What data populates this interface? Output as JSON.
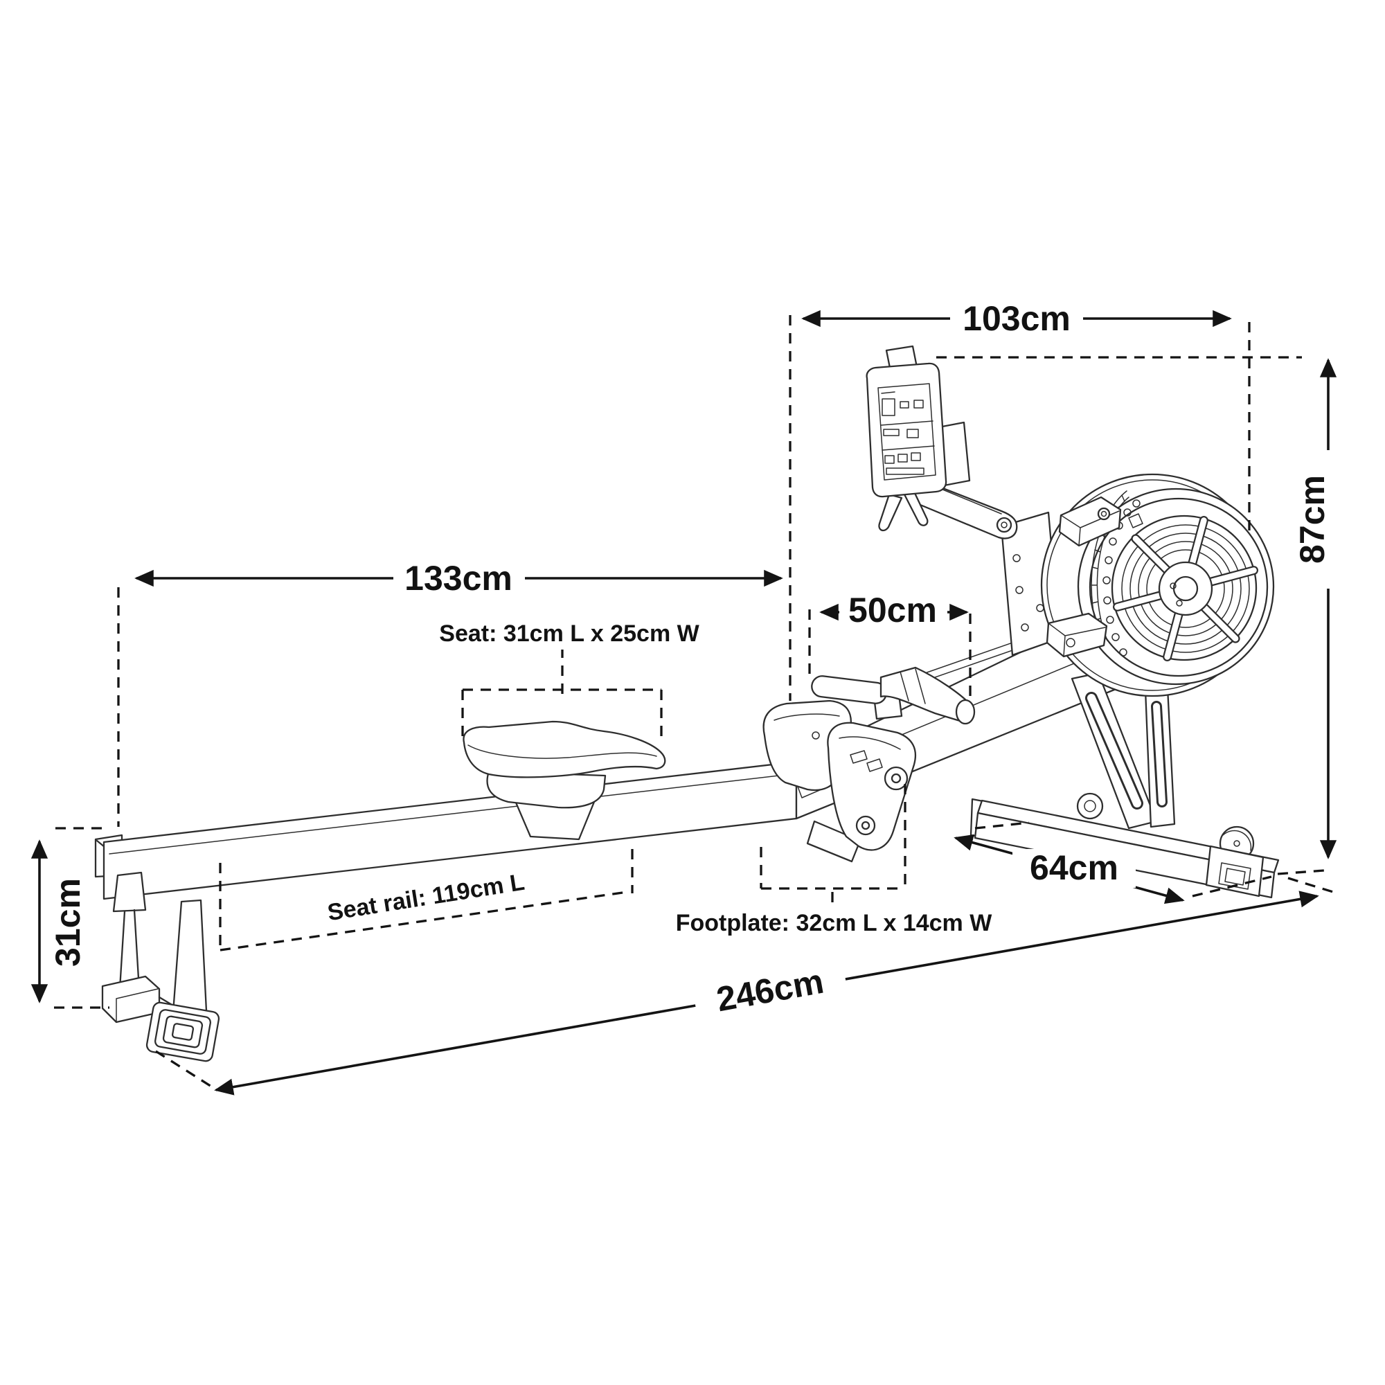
{
  "diagram": {
    "subject": "rowing-machine-dimensions",
    "background": "#ffffff",
    "ink_color": "#2e2e2e",
    "dimension_color": "#141414"
  },
  "annotations": {
    "machine_top_width": {
      "label": "103cm"
    },
    "rail_front_to_footplate": {
      "label": "133cm"
    },
    "seat_size": {
      "label": "Seat: 31cm L x 25cm W"
    },
    "footplate_span": {
      "label": "50cm"
    },
    "machine_height": {
      "label": "87cm"
    },
    "seat_rail_length": {
      "label": "Seat rail: 119cm L"
    },
    "footplate_size": {
      "label": "Footplate: 32cm L x 14cm W"
    },
    "base_depth": {
      "label": "64cm"
    },
    "total_length": {
      "label": "246cm"
    },
    "rail_height": {
      "label": "31cm"
    }
  }
}
